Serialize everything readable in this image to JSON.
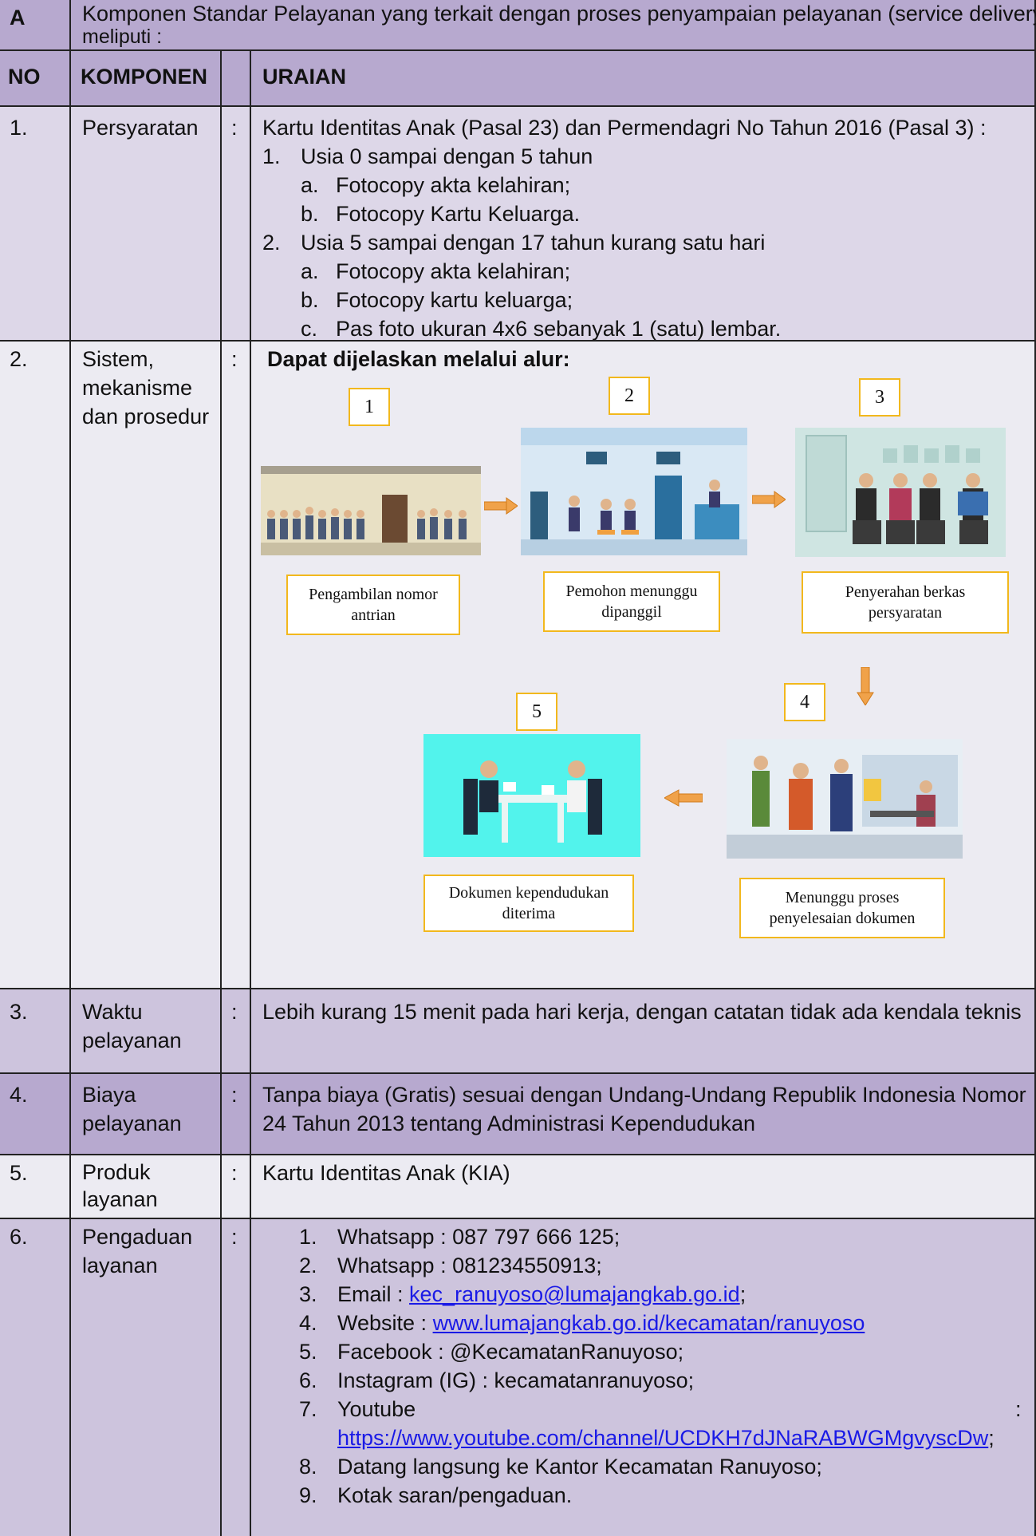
{
  "section": {
    "letter": "A",
    "title_line1": "Komponen Standar Pelayanan yang terkait dengan proses penyampaian pelayanan (service delivery)",
    "title_line2": "meliputi :"
  },
  "headers": {
    "no": "NO",
    "komponen": "KOMPONEN",
    "uraian": "URAIAN"
  },
  "colon": ":",
  "rows": {
    "r1": {
      "no": "1.",
      "komponen": "Persyaratan",
      "intro": "Kartu Identitas Anak (Pasal 23) dan Permendagri No Tahun 2016 (Pasal 3) :",
      "g1_num": "1.",
      "g1_text": "Usia 0 sampai dengan 5 tahun",
      "g1a_num": "a.",
      "g1a_text": "Fotocopy akta kelahiran;",
      "g1b_num": "b.",
      "g1b_text": "Fotocopy Kartu Keluarga.",
      "g2_num": "2.",
      "g2_text": "Usia 5 sampai dengan 17 tahun kurang satu hari",
      "g2a_num": "a.",
      "g2a_text": "Fotocopy akta kelahiran;",
      "g2b_num": "b.",
      "g2b_text": "Fotocopy kartu keluarga;",
      "g2c_num": "c.",
      "g2c_text": "Pas foto ukuran 4x6 sebanyak 1 (satu) lembar."
    },
    "r2": {
      "no": "2.",
      "komponen_l1": "Sistem,",
      "komponen_l2": "mekanisme",
      "komponen_l3": "dan prosedur",
      "intro": "Dapat dijelaskan melalui alur:",
      "steps": [
        {
          "num": "1",
          "caption_l1": "Pengambilan nomor",
          "caption_l2": "antrian"
        },
        {
          "num": "2",
          "caption_l1": "Pemohon menunggu",
          "caption_l2": "dipanggil"
        },
        {
          "num": "3",
          "caption_l1": "Penyerahan berkas",
          "caption_l2": "persyaratan"
        },
        {
          "num": "4",
          "caption_l1": "Menunggu proses",
          "caption_l2": "penyelesaian dokumen"
        },
        {
          "num": "5",
          "caption_l1": "Dokumen kependudukan",
          "caption_l2": "diterima"
        }
      ]
    },
    "r3": {
      "no": "3.",
      "komponen_l1": "Waktu",
      "komponen_l2": "pelayanan",
      "text": "Lebih kurang 15 menit pada hari kerja, dengan catatan tidak ada kendala teknis"
    },
    "r4": {
      "no": "4.",
      "komponen_l1": "Biaya",
      "komponen_l2": "pelayanan",
      "text_l1": "Tanpa biaya (Gratis) sesuai dengan Undang-Undang Republik Indonesia Nomor",
      "text_l2": "24 Tahun 2013 tentang Administrasi Kependudukan"
    },
    "r5": {
      "no": "5.",
      "komponen_l1": "Produk",
      "komponen_l2": "layanan",
      "text": "Kartu Identitas Anak (KIA)"
    },
    "r6": {
      "no": "6.",
      "komponen_l1": "Pengaduan",
      "komponen_l2": "layanan",
      "items": [
        {
          "num": "1.",
          "label": "Whatsapp :  087 797 666 125;"
        },
        {
          "num": "2.",
          "label": "Whatsapp :  081234550913;"
        },
        {
          "num": "3.",
          "label": "Email :  ",
          "link": "kec_ranuyoso@lumajangkab.go.id",
          "after": ";"
        },
        {
          "num": "4.",
          "label": "Website :  ",
          "link": "www.lumajangkab.go.id/kecamatan/ranuyoso"
        },
        {
          "num": "5.",
          "label": "Facebook :  @KecamatanRanuyoso;"
        },
        {
          "num": "6.",
          "label": "Instagram  (IG) : kecamatanranuyoso;"
        },
        {
          "num": "7.",
          "label": "Youtube",
          "trail": ":"
        },
        {
          "num": "",
          "link": "https://www.youtube.com/channel/UCDKH7dJNaRABWGMgvyscDw",
          "after": ";"
        },
        {
          "num": "8.",
          "label": "Datang langsung ke Kantor Kecamatan Ranuyoso;"
        },
        {
          "num": "9.",
          "label": "Kotak saran/pengaduan."
        }
      ]
    }
  }
}
